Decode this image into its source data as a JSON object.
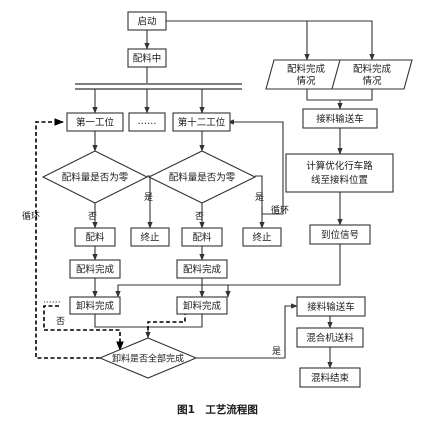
{
  "nodes": {
    "start": "启动",
    "batching": "配料中",
    "station_1": "第一工位",
    "station_mid": "……",
    "station_12": "第十二工位",
    "decision_1": "配料量是否为零",
    "decision_12": "配料量是否为零",
    "batch_1": "配料",
    "batch_12": "配料",
    "end_1": "终止",
    "end_12": "终止",
    "batch_done_1": "配料完成",
    "batch_done_12": "配料完成",
    "unload_done_1": "卸料完成",
    "unload_done_12": "卸料完成",
    "decision_all": "卸料是否全部完成",
    "status_a_1": "配料完成",
    "status_a_2": "情况",
    "status_b_1": "配料完成",
    "status_b_2": "情况",
    "conveyor_receive": "接料输送车",
    "calc_1": "计算优化行车路",
    "calc_2": "线至接料位置",
    "arrival": "到位信号",
    "conveyor_receive_2": "接料输送车",
    "mixer": "混合机送料",
    "mix_end": "混料结束"
  },
  "labels": {
    "no_1": "否",
    "yes_1": "是",
    "no_12": "否",
    "yes_12": "是",
    "no_all": "否",
    "yes_all": "是",
    "loop_left": "循环",
    "loop_right": "循环"
  },
  "caption": "图1　工艺流程图"
}
